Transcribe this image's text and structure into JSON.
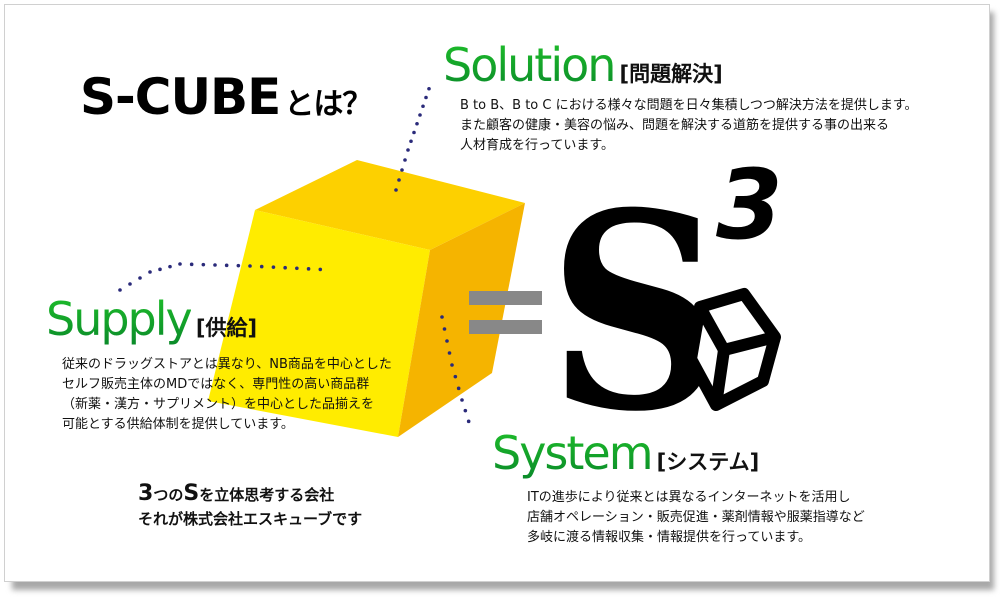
{
  "title": {
    "main": "S-CUBE",
    "suffix": "とは？"
  },
  "solution": {
    "heading": "Solution",
    "tag": "[問題解決]",
    "lines": [
      "B to B、B to C における様々な問題を日々集積しつつ解決方法を提供します。",
      "また顧客の健康・美容の悩み、問題を解決する道筋を提供する事の出来る",
      "人材育成を行っています。"
    ]
  },
  "supply": {
    "heading": "Supply",
    "tag": "[供給]",
    "lines": [
      "従来のドラッグストアとは異なり、NB商品を中心とした",
      "セルフ販売主体のMDではなく、専門性の高い商品群",
      "（新薬・漢方・サプリメント）を中心とした品揃えを",
      "可能とする供給体制を提供しています。"
    ]
  },
  "system": {
    "heading": "System",
    "tag": "[システム]",
    "lines": [
      "ITの進歩により従来とは異なるインターネットを活用し",
      "店舗オペレーション・販売促進・薬剤情報や服薬指導など",
      "多岐に渡る情報収集・情報提供を行っています。"
    ]
  },
  "motto": {
    "n": "3",
    "tsu": "つの",
    "s": "S",
    "rest1": "を立体思考する会社",
    "line2": "それが株式会社エスキューブです"
  },
  "logo": {
    "letter": "S",
    "exponent": "3"
  },
  "colors": {
    "cube_front": "#ffec00",
    "cube_top": "#fdd000",
    "cube_side": "#f5b400",
    "green": "#14a82a",
    "dots": "#2a2a7a",
    "equals": "#888888"
  }
}
